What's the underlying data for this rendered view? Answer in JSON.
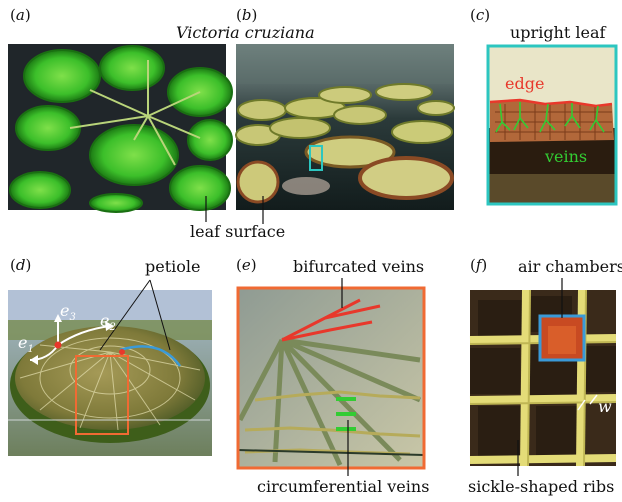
{
  "figure": {
    "panels": {
      "a": {
        "letter": "a"
      },
      "b": {
        "letter": "b"
      },
      "c": {
        "letter": "c"
      },
      "d": {
        "letter": "d"
      },
      "e": {
        "letter": "e"
      },
      "f": {
        "letter": "f"
      }
    },
    "labels": {
      "species": "Victoria cruziana",
      "upright_leaf": "upright leaf",
      "edge": "edge",
      "veins": "veins",
      "leaf_surface": "leaf surface",
      "petiole": "petiole",
      "bifurcated_veins": "bifurcated veins",
      "air_chambers": "air chambers",
      "circumferential_veins": "circumferential veins",
      "sickle_shaped_ribs": "sickle-shaped ribs",
      "w": "w",
      "e1": "e",
      "e2": "e",
      "e3": "e",
      "sub1": "1",
      "sub2": "2",
      "sub3": "3"
    },
    "colors": {
      "red_annotation": "#e8382b",
      "green_annotation": "#33cc33",
      "teal_frame": "#2cc6c0",
      "orange_frame": "#f06a33",
      "blue_frame": "#3a9ad8",
      "petiole_line": "#3a9ad8"
    }
  }
}
